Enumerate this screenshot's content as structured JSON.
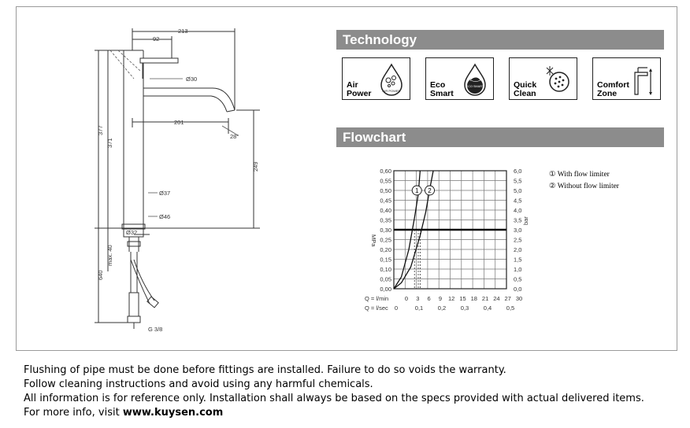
{
  "technology": {
    "title": "Technology",
    "features": [
      {
        "label": "Air\nPower",
        "icon": "air-power-icon",
        "badge": "AIR POWER"
      },
      {
        "label": "Eco\nSmart",
        "icon": "eco-smart-icon",
        "badge": "ECO SMART"
      },
      {
        "label": "Quick\nClean",
        "icon": "quick-clean-icon"
      },
      {
        "label": "Comfort\nZone",
        "icon": "comfort-zone-icon"
      }
    ]
  },
  "flowchart": {
    "title": "Flowchart",
    "legend": [
      "① With flow limiter",
      "② Without flow limiter"
    ]
  },
  "chart_data": {
    "type": "line",
    "xlabel": "Q = l/min",
    "xlabel_secondary": "Q = l/sec",
    "ylabel": "MPa",
    "ylabel_secondary": "bar",
    "x_ticks": [
      0,
      3,
      6,
      9,
      12,
      15,
      18,
      21,
      24,
      27,
      30
    ],
    "x_ticks_secondary": [
      "0",
      "0,1",
      "0,2",
      "0,3",
      "0,4",
      "0,5"
    ],
    "y_ticks": [
      "0,00",
      "0,05",
      "0,10",
      "0,15",
      "0,20",
      "0,25",
      "0,30",
      "0,35",
      "0,40",
      "0,45",
      "0,50",
      "0,55",
      "0,60"
    ],
    "y_ticks_secondary": [
      "0,0",
      "0,5",
      "1,0",
      "1,5",
      "2,0",
      "2,5",
      "3,0",
      "3,5",
      "4,0",
      "4,5",
      "5,0",
      "5,5",
      "6,0"
    ],
    "xlim": [
      0,
      30
    ],
    "ylim": [
      0,
      0.6
    ],
    "reference_line_y": 0.3,
    "grid": true,
    "series": [
      {
        "name": "1",
        "x": [
          0,
          2,
          4,
          5.5,
          6.5,
          7
        ],
        "y": [
          0,
          0.06,
          0.2,
          0.36,
          0.48,
          0.6
        ]
      },
      {
        "name": "2",
        "x": [
          0,
          2,
          4.5,
          7,
          8.5,
          9.5,
          10.5
        ],
        "y": [
          0,
          0.03,
          0.11,
          0.27,
          0.39,
          0.5,
          0.6
        ]
      }
    ]
  },
  "drawing": {
    "dims": [
      "213",
      "92",
      "Ø30",
      "201",
      "28°",
      "377",
      "371",
      "249",
      "Ø37",
      "Ø46",
      "Ø32",
      "max. 40",
      "640",
      "G 3/8"
    ]
  },
  "notes": {
    "line1": "Flushing of pipe must be done before fittings are installed. Failure to do so voids the warranty.",
    "line2": "Follow cleaning instructions and avoid using any harmful chemicals.",
    "line3": "All information is for reference only. Installation shall always be based on the specs provided with actual delivered items.",
    "line4_prefix": "For more info, visit ",
    "line4_link": "www.kuysen.com"
  }
}
